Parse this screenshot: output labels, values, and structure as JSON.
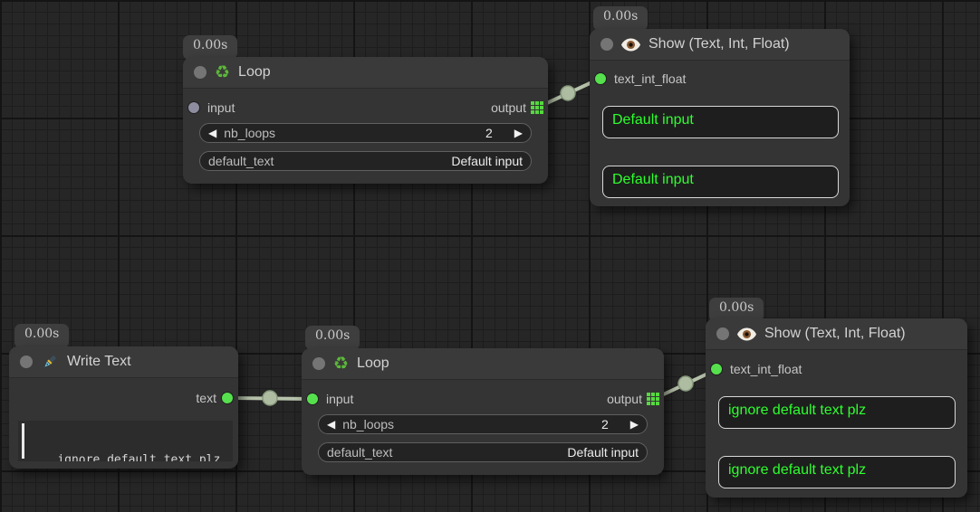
{
  "canvas": {
    "background": "#262626"
  },
  "colors": {
    "link": "#b7c2ab",
    "slot_connected": "#57e04e",
    "slot_unconnected": "#8d8d9f",
    "result_text_green": "#2eff2e",
    "node_body": "#343434",
    "node_title": "#3a3a3a"
  },
  "icons": {
    "decrement": "◀",
    "increment": "▶",
    "recycle": "♻"
  },
  "nodes": {
    "loop_top": {
      "timer": "0.00s",
      "title": "Loop",
      "input_label": "input",
      "output_label": "output",
      "nb_loops_label": "nb_loops",
      "nb_loops_value": "2",
      "default_text_label": "default_text",
      "default_text_value": "Default input"
    },
    "show_top": {
      "timer": "0.00s",
      "title": "Show (Text, Int, Float)",
      "input_label": "text_int_float",
      "box1": "Default input",
      "box2": "Default input"
    },
    "write_text": {
      "timer": "0.00s",
      "title": "Write Text",
      "output_label": "text",
      "text_value": "ignore default text plz"
    },
    "loop_bottom": {
      "timer": "0.00s",
      "title": "Loop",
      "input_label": "input",
      "output_label": "output",
      "nb_loops_label": "nb_loops",
      "nb_loops_value": "2",
      "default_text_label": "default_text",
      "default_text_value": "Default input"
    },
    "show_bottom": {
      "timer": "0.00s",
      "title": "Show (Text, Int, Float)",
      "input_label": "text_int_float",
      "box1": "ignore default text plz",
      "box2": "ignore default text plz"
    }
  }
}
